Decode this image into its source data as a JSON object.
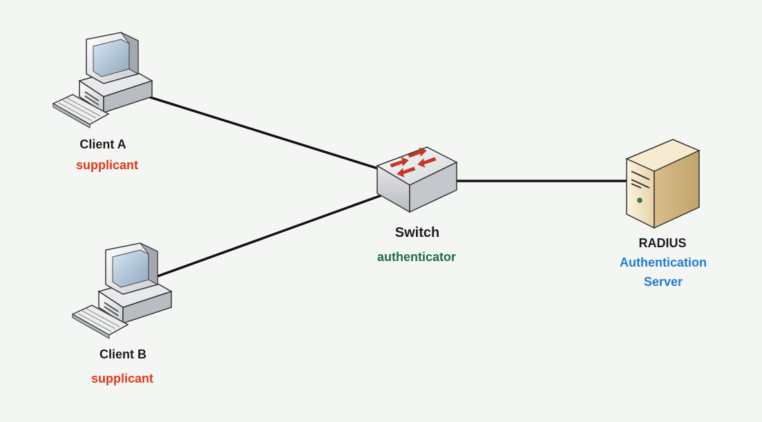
{
  "nodes": {
    "client_a": {
      "name": "Client A",
      "role": "supplicant"
    },
    "client_b": {
      "name": "Client B",
      "role": "supplicant"
    },
    "switch": {
      "name": "Switch",
      "role": "authenticator"
    },
    "radius": {
      "name": "RADIUS",
      "role_line1": "Authentication",
      "role_line2": "Server"
    }
  },
  "colors": {
    "background": "#f4f6f3",
    "supplicant": "#e2361a",
    "authenticator": "#1d6b4e",
    "server": "#1f7bd1",
    "link": "#111111"
  },
  "icons": [
    "computer-icon",
    "computer-icon",
    "network-switch-icon",
    "server-icon"
  ]
}
